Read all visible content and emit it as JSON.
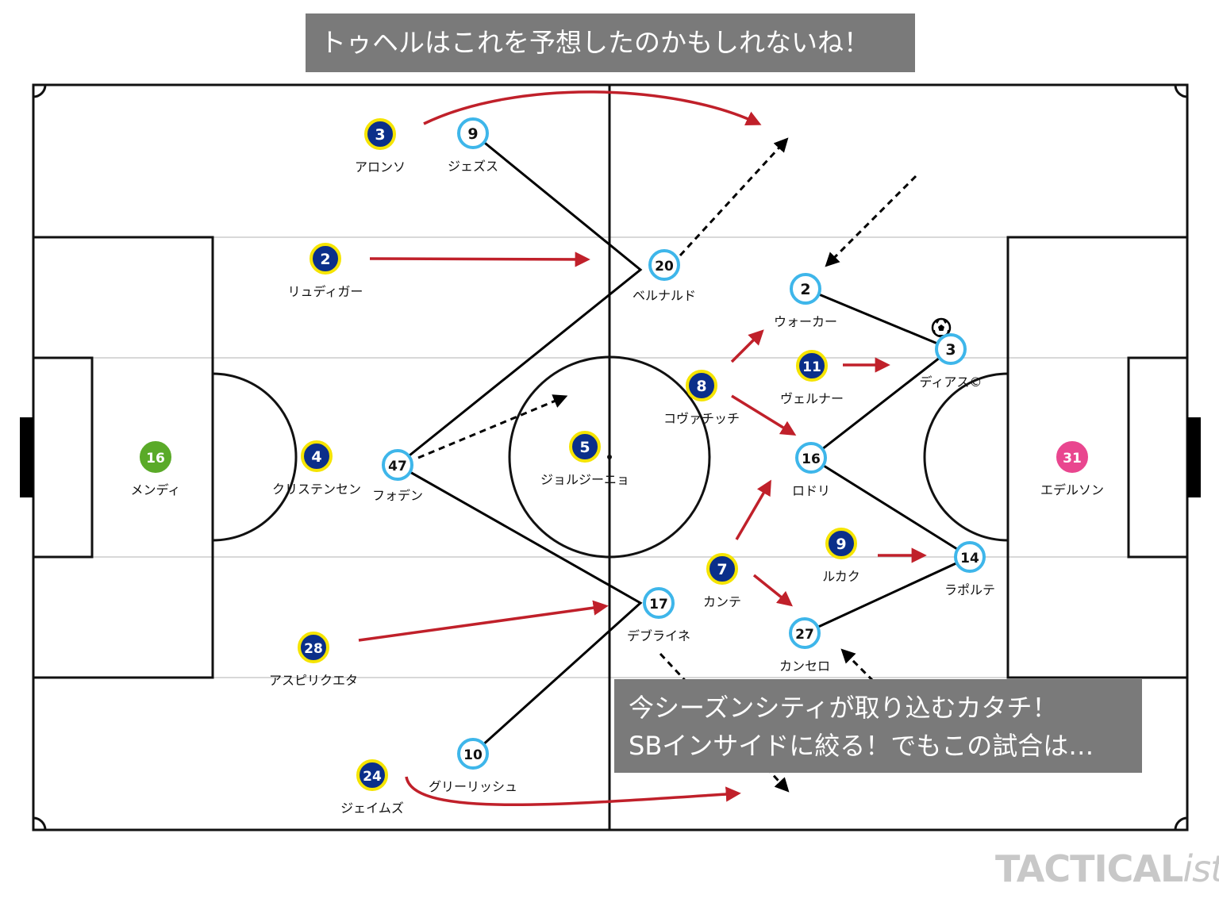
{
  "banners": {
    "top": "トゥヘルはこれを予想したのかもしれないね！",
    "bottom_line1": "今シーズンシティが取り込むカタチ！",
    "bottom_line2": "SBインサイドに絞る！でもこの試合は…"
  },
  "logo": {
    "main": "TACTICAL",
    "suffix": "ista"
  },
  "colors": {
    "chelsea_fill": "#0b2f8a",
    "chelsea_ring": "#f5e400",
    "city_fill": "#ffffff",
    "city_ring": "#3eb6ea",
    "city_gk": "#e9468f",
    "chelsea_gk": "#5aaa28",
    "arrow_red": "#c0202a",
    "line_black": "#000000"
  },
  "ball": {
    "icon": "soccer-ball-icon"
  },
  "players": [
    {
      "id": "mendy",
      "team": "chelsea_gk",
      "number": "16",
      "name": "メンディ"
    },
    {
      "id": "christensen",
      "team": "chelsea",
      "number": "4",
      "name": "クリステンセン"
    },
    {
      "id": "rudiger",
      "team": "chelsea",
      "number": "2",
      "name": "リュディガー"
    },
    {
      "id": "azpilicueta",
      "team": "chelsea",
      "number": "28",
      "name": "アスピリクエタ"
    },
    {
      "id": "alonso",
      "team": "chelsea",
      "number": "3",
      "name": "アロンソ"
    },
    {
      "id": "james",
      "team": "chelsea",
      "number": "24",
      "name": "ジェイムズ"
    },
    {
      "id": "jorginho",
      "team": "chelsea",
      "number": "5",
      "name": "ジョルジーニョ"
    },
    {
      "id": "kovacic",
      "team": "chelsea",
      "number": "8",
      "name": "コヴァチッチ"
    },
    {
      "id": "kante",
      "team": "chelsea",
      "number": "7",
      "name": "カンテ"
    },
    {
      "id": "werner",
      "team": "chelsea",
      "number": "11",
      "name": "ヴェルナー"
    },
    {
      "id": "lukaku",
      "team": "chelsea",
      "number": "9",
      "name": "ルカク"
    },
    {
      "id": "ederson",
      "team": "city_gk",
      "number": "31",
      "name": "エデルソン"
    },
    {
      "id": "walker",
      "team": "city",
      "number": "2",
      "name": "ウォーカー"
    },
    {
      "id": "dias",
      "team": "city",
      "number": "3",
      "name": "ディアス©"
    },
    {
      "id": "rodri",
      "team": "city",
      "number": "16",
      "name": "ロドリ"
    },
    {
      "id": "laporte",
      "team": "city",
      "number": "14",
      "name": "ラポルテ"
    },
    {
      "id": "cancelo",
      "team": "city",
      "number": "27",
      "name": "カンセロ"
    },
    {
      "id": "bernardo",
      "team": "city",
      "number": "20",
      "name": "ベルナルド"
    },
    {
      "id": "debruyne",
      "team": "city",
      "number": "17",
      "name": "デブライネ"
    },
    {
      "id": "foden",
      "team": "city",
      "number": "47",
      "name": "フォデン"
    },
    {
      "id": "jesus",
      "team": "city",
      "number": "9",
      "name": "ジェズス"
    },
    {
      "id": "grealish",
      "team": "city",
      "number": "10",
      "name": "グリーリッシュ"
    }
  ]
}
